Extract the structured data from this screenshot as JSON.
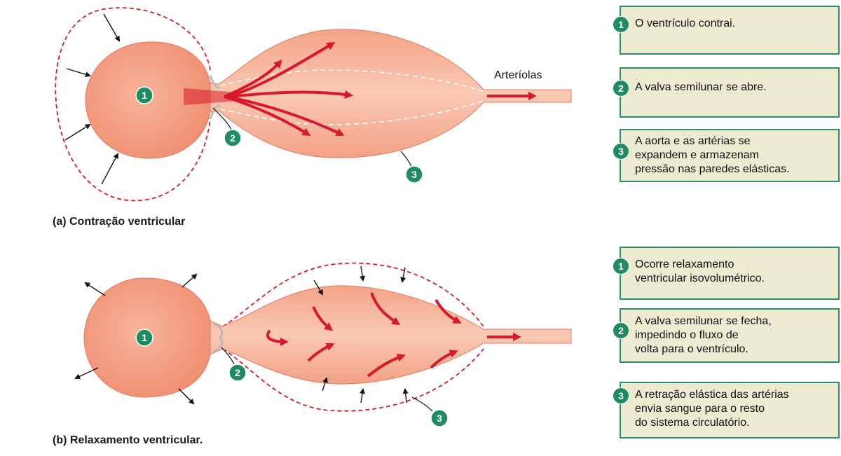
{
  "colors": {
    "vessel": "#f39a80",
    "vessel_light": "#f7bca6",
    "arrow_red": "#d7192a",
    "dashed": "#d7192a",
    "badge": "#1f8b61",
    "panel_bg": "#ecebd2",
    "panel_border": "#2b8e6a"
  },
  "panel_a": {
    "caption": "(a) Contração ventricular",
    "arterioles_label": "Arteríolas",
    "badges": [
      "1",
      "2",
      "3"
    ],
    "steps": [
      {
        "num": "1",
        "text": "O ventrículo contrai."
      },
      {
        "num": "2",
        "text": "A valva semilunar se abre."
      },
      {
        "num": "3",
        "text": "A aorta e as artérias se\nexpandem e armazenam\npressão nas paredes elásticas."
      }
    ]
  },
  "panel_b": {
    "caption": "(b) Relaxamento ventricular.",
    "badges": [
      "1",
      "2",
      "3"
    ],
    "steps": [
      {
        "num": "1",
        "text": "Ocorre relaxamento\nventricular isovolumétrico."
      },
      {
        "num": "2",
        "text": "A valva semilunar se fecha,\nimpedindo o fluxo de\nvolta para o ventrículo."
      },
      {
        "num": "3",
        "text": "A retração elástica das artérias\nenvia sangue para o resto\ndo sistema circulatório."
      }
    ]
  }
}
